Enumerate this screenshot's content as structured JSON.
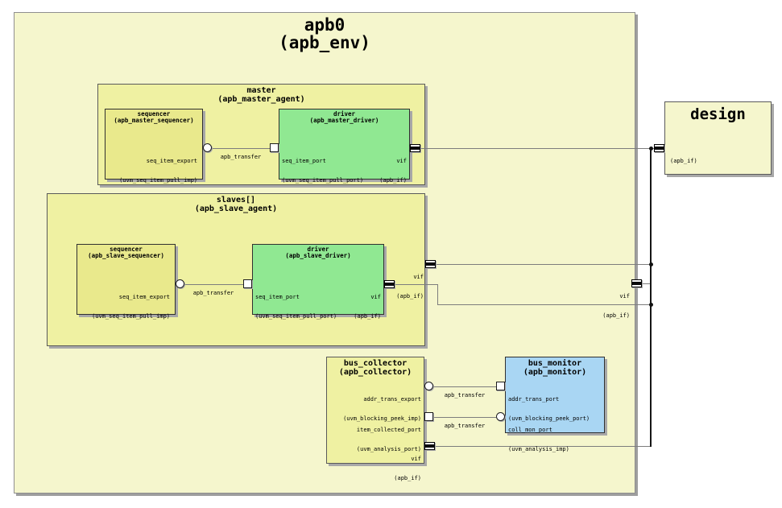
{
  "colors": {
    "env_fill": "#f5f6cd",
    "agent_fill": "#eff1a2",
    "sequencer_fill": "#e9e98c",
    "driver_fill": "#90e892",
    "collector_fill": "#eff1a2",
    "monitor_fill": "#a9d6f3",
    "design_fill": "#f5f6cd",
    "wire": "#7d7d7d",
    "trunk": "#161616"
  },
  "env": {
    "instance": "apb0",
    "class": "(apb_env)",
    "vif": {
      "name": "vif",
      "class": "(apb_if)"
    }
  },
  "design": {
    "title": "design",
    "port_class": "(apb_if)"
  },
  "master_agent": {
    "instance": "master",
    "class": "(apb_master_agent)",
    "sequencer": {
      "instance": "sequencer",
      "class": "(apb_master_sequencer)",
      "port": {
        "name": "seq_item_export",
        "class": "(uvm_seq_item_pull_imp)"
      }
    },
    "driver": {
      "instance": "driver",
      "class": "(apb_master_driver)",
      "seq_port": {
        "name": "seq_item_port",
        "class": "(uvm_seq_item_pull_port)"
      },
      "vif": {
        "name": "vif",
        "class": "(apb_if)"
      }
    }
  },
  "slave_agent": {
    "instance": "slaves[]",
    "class": "(apb_slave_agent)",
    "vif": {
      "name": "vif",
      "class": "(apb_if)"
    },
    "sequencer": {
      "instance": "sequencer",
      "class": "(apb_slave_sequencer)",
      "port": {
        "name": "seq_item_export",
        "class": "(uvm_seq_item_pull_imp)"
      }
    },
    "driver": {
      "instance": "driver",
      "class": "(apb_slave_driver)",
      "seq_port": {
        "name": "seq_item_port",
        "class": "(uvm_seq_item_pull_port)"
      },
      "vif": {
        "name": "vif",
        "class": "(apb_if)"
      }
    }
  },
  "collector": {
    "instance": "bus_collector",
    "class": "(apb_collector)",
    "addr_trans_export": {
      "name": "addr_trans_export",
      "class": "(uvm_blocking_peek_imp)"
    },
    "item_collected_port": {
      "name": "item_collected_port",
      "class": "(uvm_analysis_port)"
    },
    "vif": {
      "name": "vif",
      "class": "(apb_if)"
    }
  },
  "monitor": {
    "instance": "bus_monitor",
    "class": "(apb_monitor)",
    "addr_trans_port": {
      "name": "addr_trans_port",
      "class": "(uvm_blocking_peek_port)"
    },
    "coll_mon_port": {
      "name": "coll_mon_port",
      "class": "(uvm_analysis_imp)"
    }
  },
  "wires": {
    "master_seq_to_driver": "apb_transfer",
    "slave_seq_to_driver": "apb_transfer",
    "collector_peek": "apb_transfer",
    "collector_analysis": "apb_transfer"
  }
}
